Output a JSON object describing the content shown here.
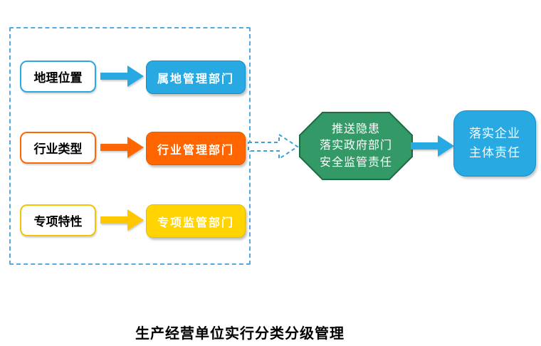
{
  "diagram": {
    "caption": "生产经营单位实行分类分级管理",
    "rows": [
      {
        "name": "geography",
        "factor": "地理位置",
        "department": "属地管理部门",
        "color": "#29a9e1"
      },
      {
        "name": "industry",
        "factor": "行业类型",
        "department": "行业管理部门",
        "color": "#ff6600"
      },
      {
        "name": "special",
        "factor": "专项特性",
        "department": "专项监管部门",
        "color": "#ffd400"
      }
    ],
    "hub": {
      "lines": [
        "推送隐患",
        "落实政府部门",
        "安全监管责任"
      ],
      "fill": "#339966",
      "stroke": "#1e6b44"
    },
    "outcome": {
      "lines": [
        "落实企业",
        "主体责任"
      ],
      "fill": "#29a9e1"
    },
    "colors": {
      "accent_blue": "#29a9e1",
      "accent_orange": "#ff6600",
      "accent_yellow": "#ffd400",
      "dashed_border": "#55a9dd",
      "hub_green": "#339966",
      "text_dark": "#000000",
      "text_light": "#ffffff"
    }
  }
}
